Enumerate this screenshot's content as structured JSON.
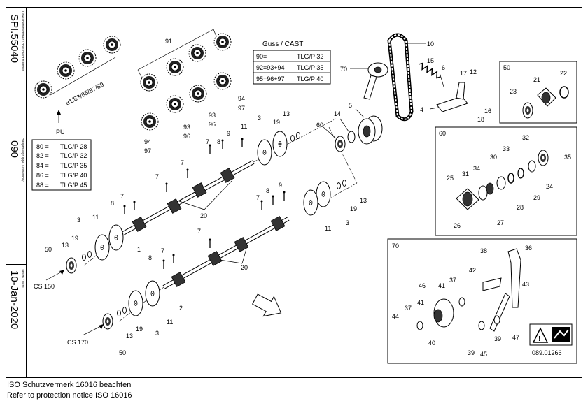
{
  "title_block": {
    "doc_number_label": "Dokumentnummer / document number",
    "doc_number": "SPI.55040",
    "group_label": "Hauptbaugruppe / assembly",
    "group": "090",
    "date_label": "Datum / date",
    "date": "10-Jan-2020"
  },
  "notice": {
    "line1": "ISO Schutzvermerk 16016 beachten",
    "line2": "Refer to protection notice ISO 16016"
  },
  "guss_table": {
    "heading": "Guss / CAST",
    "rows": [
      {
        "code": "90=",
        "value": "TLG/P 32"
      },
      {
        "code": "92=93+94",
        "value": "TLG/P 35"
      },
      {
        "code": "95=96+97",
        "value": "TLG/P 40"
      }
    ]
  },
  "pu_table": {
    "heading": "PU",
    "rows": [
      {
        "code": "80 =",
        "value": "TLG/P 28"
      },
      {
        "code": "82 =",
        "value": "TLG/P 32"
      },
      {
        "code": "84 =",
        "value": "TLG/P 35"
      },
      {
        "code": "86 =",
        "value": "TLG/P 40"
      },
      {
        "code": "88 =",
        "value": "TLG/P 45"
      }
    ]
  },
  "gear_set_label": "81/83/85/87/89",
  "cs_labels": {
    "cs150": "CS 150",
    "cs170": "CS 170"
  },
  "detail_boxes": {
    "d50": "50",
    "d60": "60",
    "d70": "70"
  },
  "warning_code": "089.01266",
  "callouts": {
    "c1": "1",
    "c2": "2",
    "c3": "3",
    "c4": "4",
    "c5": "5",
    "c6": "6",
    "c7": "7",
    "c8": "8",
    "c9": "9",
    "c10": "10",
    "c11": "11",
    "c12": "12",
    "c13": "13",
    "c14": "14",
    "c15": "15",
    "c16": "16",
    "c17": "17",
    "c18": "18",
    "c19": "19",
    "c20": "20",
    "c21": "21",
    "c22": "22",
    "c23": "23",
    "c24": "24",
    "c25": "25",
    "c26": "26",
    "c27": "27",
    "c28": "28",
    "c29": "29",
    "c30": "30",
    "c31": "31",
    "c32": "32",
    "c33": "33",
    "c34": "34",
    "c35": "35",
    "c36": "36",
    "c37": "37",
    "c38": "38",
    "c39": "39",
    "c40": "40",
    "c41": "41",
    "c42": "42",
    "c43": "43",
    "c44": "44",
    "c45": "45",
    "c46": "46",
    "c47": "47",
    "c50": "50",
    "c60": "60",
    "c70": "70",
    "c91": "91",
    "c93": "93",
    "c94": "94",
    "c96": "96",
    "c97": "97"
  }
}
